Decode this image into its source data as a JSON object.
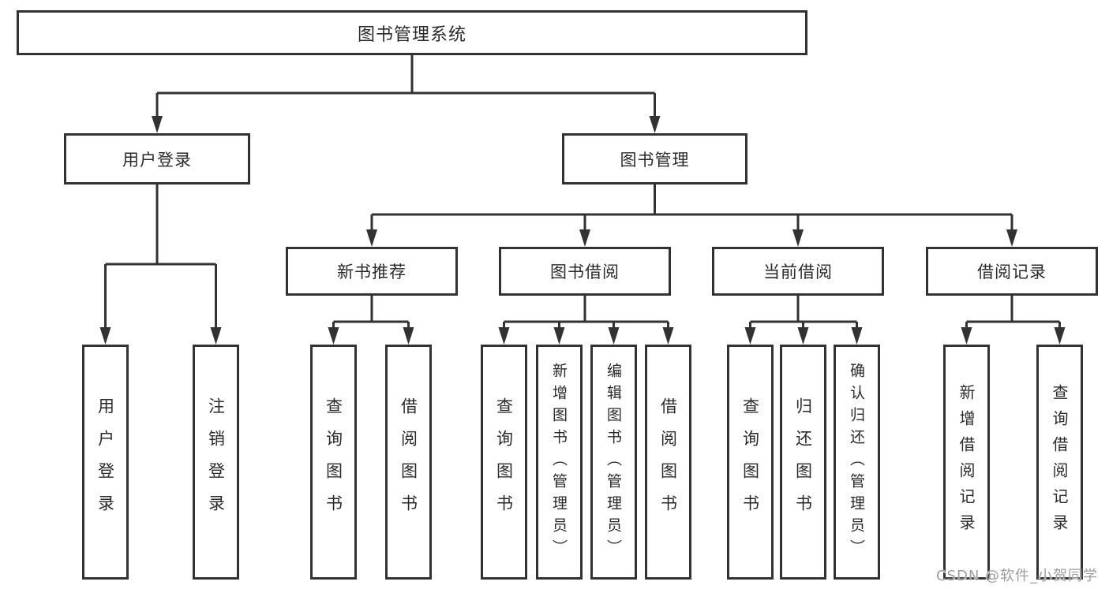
{
  "tree": {
    "label": "图书管理系统",
    "children": [
      {
        "label": "用户登录",
        "children": [
          {
            "label": "用户登录"
          },
          {
            "label": "注销登录"
          }
        ]
      },
      {
        "label": "图书管理",
        "children": [
          {
            "label": "新书推荐",
            "children": [
              {
                "label": "查询图书"
              },
              {
                "label": "借阅图书"
              }
            ]
          },
          {
            "label": "图书借阅",
            "children": [
              {
                "label": "查询图书"
              },
              {
                "label": "新增图书（管理员）"
              },
              {
                "label": "编辑图书（管理员）"
              },
              {
                "label": "借阅图书"
              }
            ]
          },
          {
            "label": "当前借阅",
            "children": [
              {
                "label": "查询图书"
              },
              {
                "label": "归还图书"
              },
              {
                "label": "确认归还（管理员）"
              }
            ]
          },
          {
            "label": "借阅记录",
            "children": [
              {
                "label": "新增借阅记录"
              },
              {
                "label": "查询借阅记录"
              }
            ]
          }
        ]
      }
    ]
  },
  "watermark": {
    "text": "CSDN @软件_小贺同学"
  },
  "colors": {
    "line": "#323232",
    "box_border": "#323232",
    "text": "#2a2a2a",
    "watermark": "#9e9e9e",
    "background": "#ffffff"
  }
}
